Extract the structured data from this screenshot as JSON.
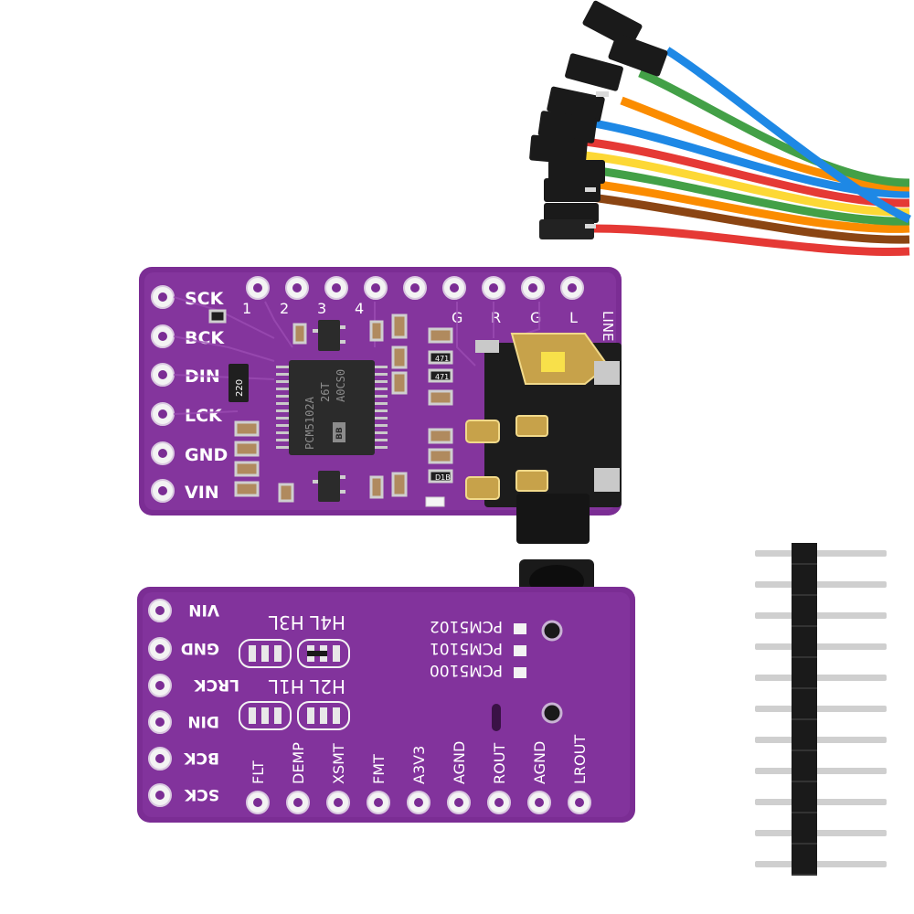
{
  "product": {
    "accent_color": "#8a2f9e",
    "board_color": "#7b2d94",
    "front_board": {
      "left_pins": [
        "SCK",
        "BCK",
        "DIN",
        "LCK",
        "GND",
        "VIN"
      ],
      "top_numbers": [
        "1",
        "2",
        "3",
        "4"
      ],
      "top_letters": [
        "G",
        "R",
        "G",
        "L"
      ],
      "edge_label": "LINE OUT",
      "chip_marking_line1": "PCM5102A",
      "chip_marking_line2": "26T",
      "chip_marking_line3": "A0CS0",
      "chip_logo": "BB",
      "resistor_code": "220",
      "small_codes": [
        "471",
        "471",
        "D1B"
      ]
    },
    "back_board": {
      "right_pins": [
        "VIN",
        "GND",
        "LRCK",
        "DIN",
        "BCK",
        "SCK"
      ],
      "bottom_pins": [
        "FLT",
        "DEMP",
        "XSMT",
        "FMT",
        "A3V3",
        "AGND",
        "ROUT",
        "AGND",
        "LROUT"
      ],
      "jumper_labels_top": "H4L H3L",
      "jumper_labels_bottom": "H2L H1L",
      "variants": [
        "PCM5102",
        "PCM5101",
        "PCM5100"
      ]
    },
    "cable_colors": [
      "#8b4513",
      "#e53935",
      "#fb8c00",
      "#fdd835",
      "#43a047",
      "#1e88e5",
      "#8e24aa",
      "#9e9e9e",
      "#212121"
    ],
    "header_pin_count": 11
  }
}
